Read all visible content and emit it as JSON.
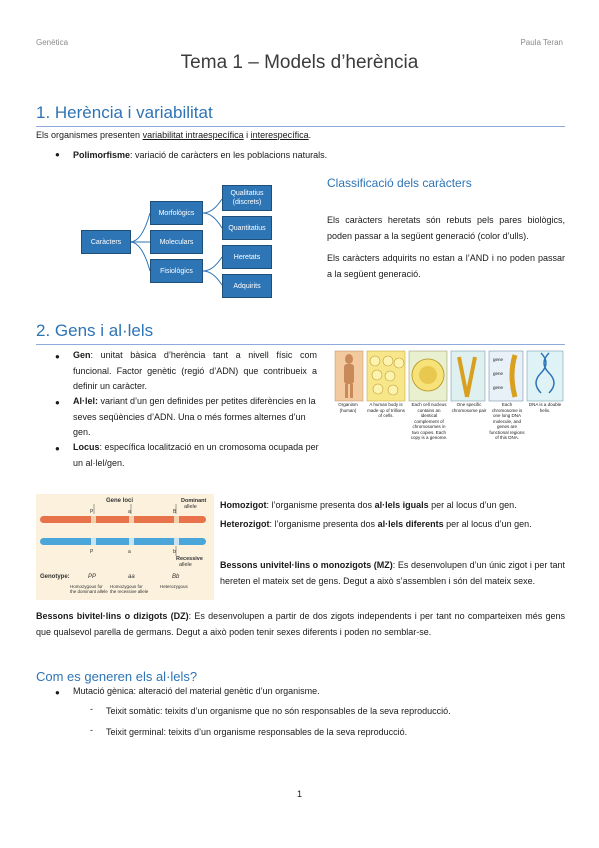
{
  "header": {
    "left": "Genètica",
    "right": "Paula Teran"
  },
  "title": "Tema 1 – Models d’herència",
  "section1": {
    "heading": "1. Herència i variabilitat",
    "intro_a": "Els organismes presenten ",
    "intro_b": "variabilitat intraespecífica",
    "intro_c": " i ",
    "intro_d": "interespecífica",
    "intro_e": ".",
    "bullet_bold": "Polimorfisme",
    "bullet_text": ": variació de caràcters en les poblacions naturals.",
    "diagram": {
      "root": "Caràcters",
      "level1": [
        "Morfològics",
        "Moleculars",
        "Fisiològics"
      ],
      "level2_morph": [
        "Qualitatius (discrets)",
        "Quantitatius"
      ],
      "level2_phys": [
        "Heretats",
        "Adquirits"
      ]
    },
    "class_heading": "Classificació dels caràcters",
    "class_p1": "Els caràcters heretats són rebuts pels pares biològics, poden passar a la següent generació (color d’ulls).",
    "class_p2": "Els caràcters adquirits no estan a l’AND i no poden passar a la següent generació."
  },
  "section2": {
    "heading": "2. Gens i al·lels",
    "b1_bold": "Gen",
    "b1_text": ": unitat bàsica d’herència tant a nivell físic com funcional. Factor genètic (regió d’ADN) que contribueix a definir un caràcter.",
    "b2_bold": "Al·lel:",
    "b2_text": " variant d’un gen definides per petites diferències en la seves seqüències d’ADN. Una o més formes alternes d’un gen.",
    "b3_bold": "Locus",
    "b3_text": ": específica localització en un cromosoma ocupada per un al·lel/gen.",
    "figure_labels": [
      "Organism (human)",
      "A human body is made up of trillions of cells.",
      "Each cell nucleus contains an identical complement of chromosomes in two copies. Each copy is a genome.",
      "One specific chromosome pair",
      "Each chromosome is one long DNA molecule, and genes are functional regions of this DNA.",
      "DNA is a double helix."
    ],
    "gene_word": "gene",
    "loci": {
      "gene_loci": "Gene loci",
      "dominant": "Dominant allele",
      "recessive": "Recessive allele",
      "genotype_label": "Genotype:",
      "genotypes": [
        "PP",
        "aa",
        "Bb"
      ],
      "captions": [
        "Homozygous for the dominant allele",
        "Homozygous for the recessive allele",
        "Heterozygous"
      ],
      "letters_top": [
        "P",
        "a",
        "B"
      ],
      "letters_bottom": [
        "P",
        "a",
        "b"
      ]
    },
    "homo_bold": "Homozigot",
    "homo_a": ": l’organisme presenta dos ",
    "homo_b": "al·lels iguals",
    "homo_c": " per al locus d’un gen.",
    "hetero_bold": "Heterozigot",
    "hetero_a": ": l’organisme presenta dos ",
    "hetero_b": "al·lels diferents",
    "hetero_c": " per al locus d’un gen.",
    "mz_bold": "Bessons univitel·lins o monozigots (MZ)",
    "mz_text": ": Es desenvolupen d’un únic zigot i per tant hereten el mateix set de gens. Degut a això s’assemblen i són del mateix sexe.",
    "dz_bold": "Bessons bivitel·lins o dizigots (DZ)",
    "dz_text": ": Es desenvolupen a partir de dos zigots independents i per tant no comparteixen més gens que qualsevol parella de germans. Degut a això poden tenir sexes diferents i poden no semblar-se."
  },
  "section3": {
    "heading": "Com es generen els al·lels?",
    "bullet": "Mutació gènica: alteració del material genètic d’un organisme.",
    "sub1": "Teixit somàtic: teixits d’un organisme que no són responsables de la seva reproducció.",
    "sub2": "Teixit germinal: teixits d’un organisme responsables de la seva reproducció."
  },
  "footer": {
    "page": "1"
  },
  "colors": {
    "heading": "#2e74b5",
    "box": "#2e75b6",
    "rule": "#8eaadb"
  }
}
